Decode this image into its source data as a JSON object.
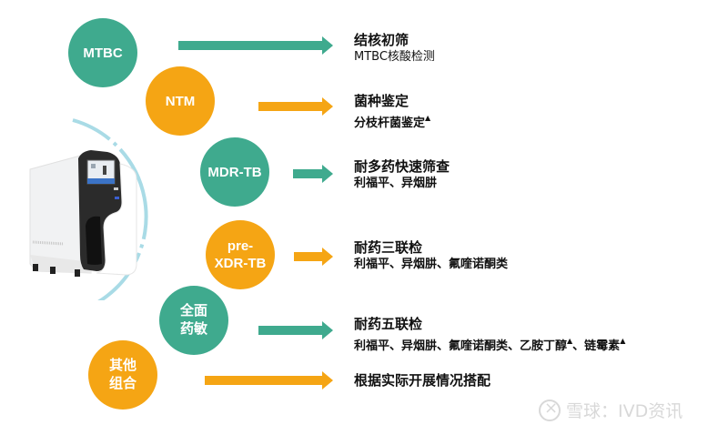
{
  "colors": {
    "teal": "#3faa8e",
    "orange": "#f5a514",
    "arc": "#a9dbe6",
    "text": "#111111",
    "watermark": "#d8d8d8"
  },
  "device": {
    "icon": "pcr-analyzer-device-icon"
  },
  "rows": [
    {
      "circle": "MTBC",
      "color": "teal",
      "title": "结核初筛",
      "subtitle": "MTBC核酸检测"
    },
    {
      "circle": "NTM",
      "color": "orange",
      "title": "菌种鉴定",
      "subtitle": "分枝杆菌鉴定",
      "subtitle_mark": "▲"
    },
    {
      "circle": "MDR-TB",
      "color": "teal",
      "title": "耐多药快速筛查",
      "subtitle": "利福平、异烟肼"
    },
    {
      "circle_line1": "pre-",
      "circle_line2": "XDR-TB",
      "color": "orange",
      "title": "耐药三联检",
      "subtitle": "利福平、异烟肼、氟喹诺酮类"
    },
    {
      "circle_line1": "全面",
      "circle_line2": "药敏",
      "color": "teal",
      "title": "耐药五联检",
      "subtitle_part1": "利福平、异烟肼、氟喹诺酮类、乙胺丁醇",
      "mark1": "▲",
      "subtitle_part2": "、链霉素",
      "mark2": "▲"
    },
    {
      "circle_line1": "其他",
      "circle_line2": "组合",
      "color": "orange",
      "title": "根据实际开展情况搭配"
    }
  ],
  "watermark": {
    "text": "雪球：IVD资讯",
    "icon": "xueqiu-logo-icon"
  }
}
